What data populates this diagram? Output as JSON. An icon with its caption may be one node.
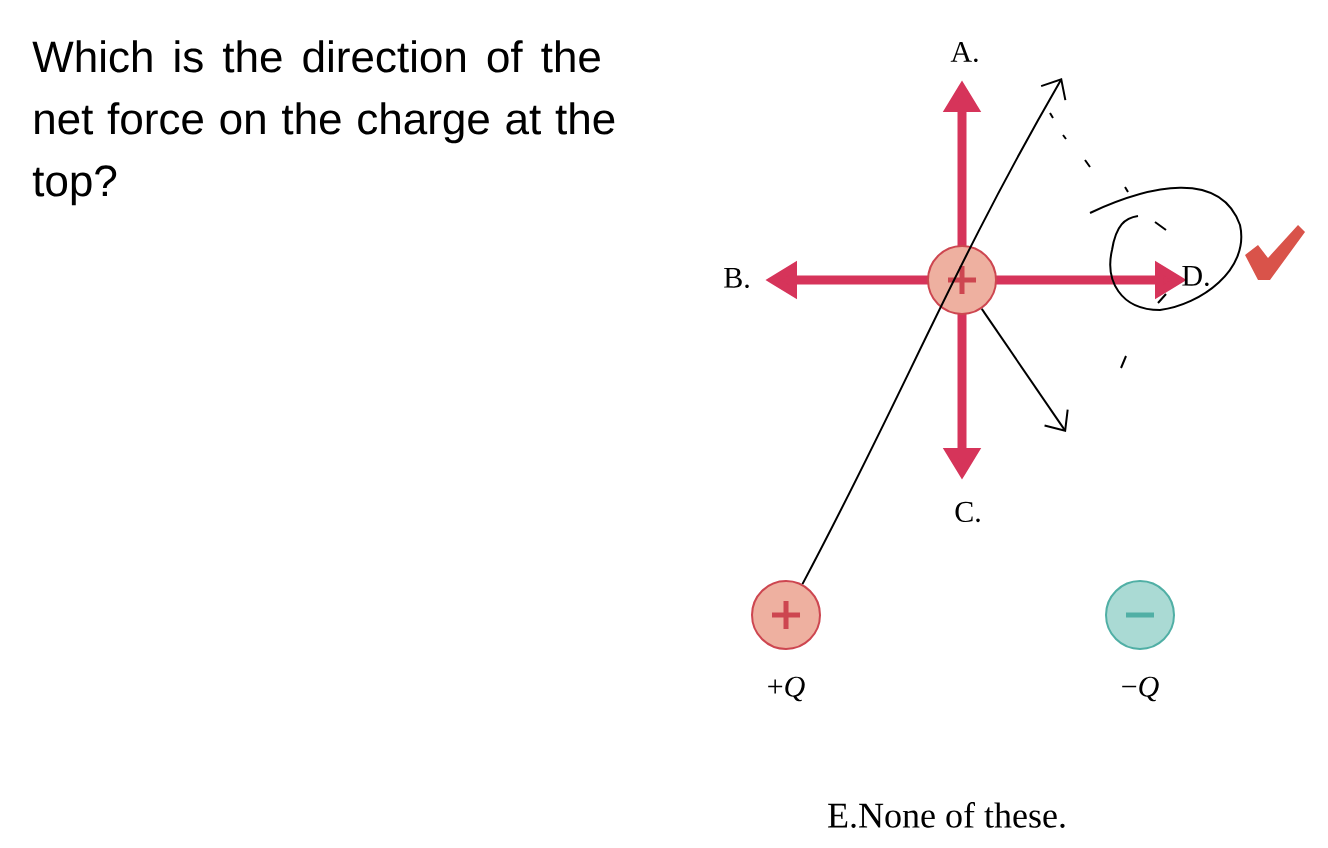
{
  "diagram": {
    "title": "Which is the direction of the net force on the charge at the top?",
    "nodes": [
      {
        "text": [],
        "shape": "circle"
      },
      {
        "text": [],
        "shape": "circle",
        "beside": [
          "+*Q*"
        ]
      },
      {
        "text": [],
        "shape": "circle",
        "beside": [
          "−*Q*"
        ]
      }
    ],
    "edges": [
      {
        "from": 1,
        "to": null,
        "arrow": "to"
      },
      {
        "from": 0,
        "to": null,
        "arrow": "to"
      }
    ],
    "labels": [
      "A.",
      "B.",
      "D.",
      "C.",
      "E.None of these."
    ]
  }
}
